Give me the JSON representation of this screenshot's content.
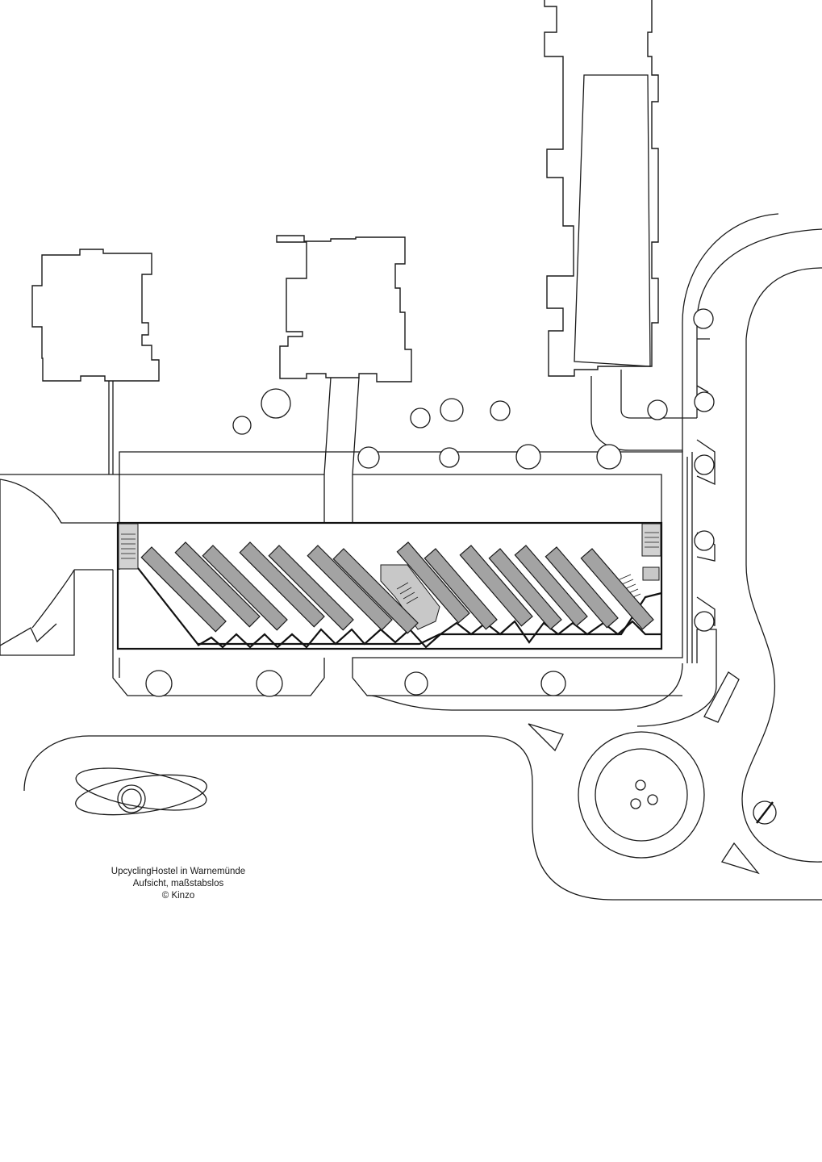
{
  "caption": {
    "line1": "UpcyclingHostel in Warnemünde",
    "line2": "Aufsicht, maßstabslos",
    "line3": "© Kinzo"
  },
  "colors": {
    "line": "#1a1a1a",
    "module_fill": "#a3a3a3",
    "core_fill": "#c8c8c8",
    "background": "#ffffff"
  },
  "icons": {
    "north_arrow": "north-arrow-icon"
  }
}
